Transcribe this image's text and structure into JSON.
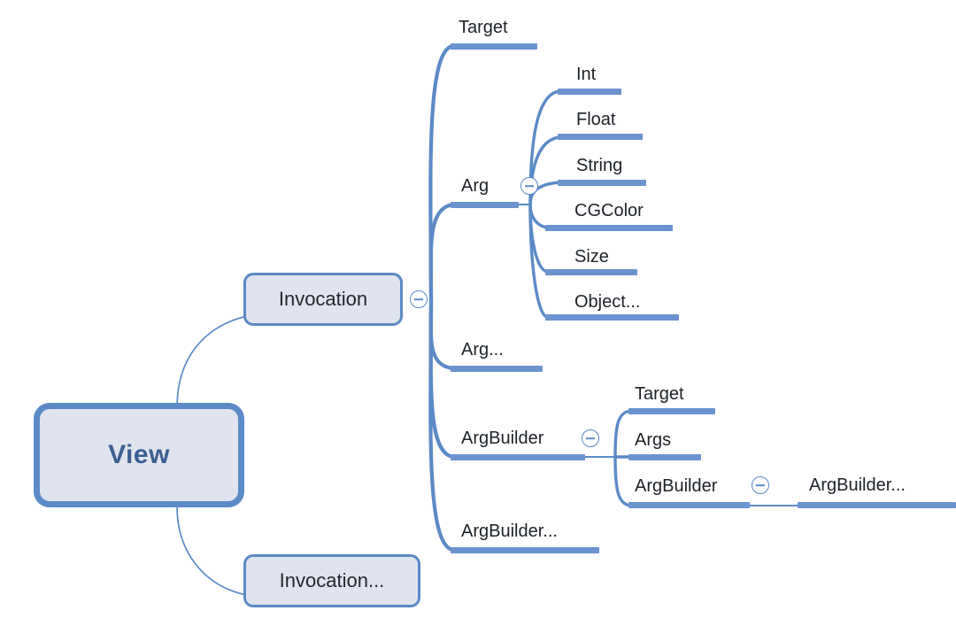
{
  "diagram": {
    "title": "View invocation mind map",
    "type": "mind-map",
    "colors": {
      "bar": "#6a93cf",
      "node_fill": "#dfe4ee",
      "node_border": "#5b8ac7",
      "root_text": "#3b5f92",
      "label_text": "#1d2228",
      "edge": "#5b8ac7",
      "background": "#ffffff"
    }
  },
  "root": {
    "label": "View"
  },
  "level1": [
    {
      "label": "Invocation",
      "toggle": "collapse-toggle",
      "toggle_state": "expanded"
    },
    {
      "label": "Invocation..."
    }
  ],
  "level2": [
    {
      "label": "Target"
    },
    {
      "label": "Arg",
      "toggle": "collapse-toggle",
      "toggle_state": "expanded"
    },
    {
      "label": "Arg..."
    },
    {
      "label": "ArgBuilder",
      "toggle": "collapse-toggle",
      "toggle_state": "expanded"
    },
    {
      "label": "ArgBuilder..."
    }
  ],
  "arg_children": [
    {
      "label": "Int"
    },
    {
      "label": "Float"
    },
    {
      "label": "String"
    },
    {
      "label": "CGColor"
    },
    {
      "label": "Size"
    },
    {
      "label": "Object..."
    }
  ],
  "argbuilder_children": [
    {
      "label": "Target"
    },
    {
      "label": "Args"
    },
    {
      "label": "ArgBuilder",
      "toggle": "collapse-toggle",
      "toggle_state": "expanded"
    }
  ],
  "argbuilder_grandchildren": [
    {
      "label": "ArgBuilder..."
    }
  ]
}
